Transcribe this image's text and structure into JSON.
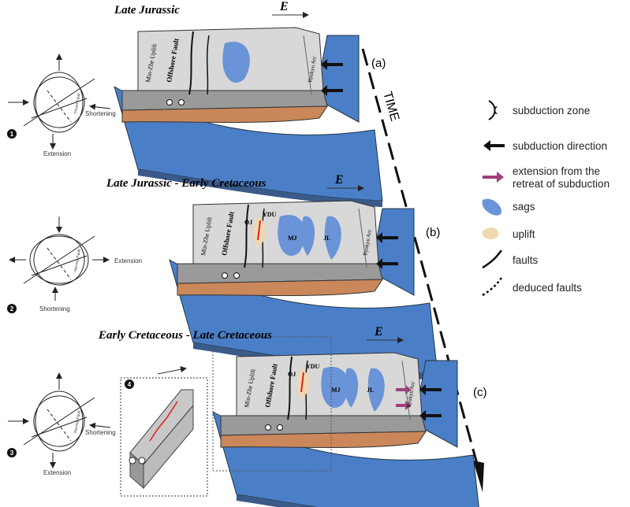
{
  "panels": [
    {
      "title": "Late Jurassic",
      "label": "(a)",
      "direction": "E",
      "uplift": "Min-Zhe Uplift",
      "fault": "Offshore Fault",
      "arc": "Ryukyu Arc"
    },
    {
      "title": "Late Jurassic - Early Cretaceous",
      "label": "(b)",
      "direction": "E",
      "uplift": "Min-Zhe Uplift",
      "fault": "Offshore Fault",
      "arc": "Ryukyu Arc",
      "basins": [
        "OJ",
        "YDU",
        "MJ",
        "JL"
      ]
    },
    {
      "title": "Early Cretaceous - Late Cretaceous",
      "label": "(c)",
      "direction": "E",
      "uplift": "Min-Zhe Uplift",
      "fault": "Offshore Fault",
      "arc": "Ryukyu Arc",
      "basins": [
        "OJ",
        "YDU",
        "MJ",
        "JL"
      ]
    }
  ],
  "time_label": "TIME",
  "strain": [
    {
      "number": "1",
      "labels": [
        "Shortening",
        "Extension"
      ],
      "fault": "Thrust Fault"
    },
    {
      "number": "2",
      "labels": [
        "Extension",
        "Shortening"
      ],
      "fault": "Normal Fault"
    },
    {
      "number": "3",
      "labels": [
        "Shortening",
        "Extension"
      ],
      "fault": "Normal Fault"
    }
  ],
  "inset": {
    "number": "4"
  },
  "legend": [
    {
      "icon": "subduction-zone-icon",
      "label": "subduction zone"
    },
    {
      "icon": "subduction-direction-arrow-icon",
      "label": "subduction direction"
    },
    {
      "icon": "extension-arrow-icon",
      "label": "extension from the",
      "label2": "retreat of subduction"
    },
    {
      "icon": "sag-icon",
      "label": "sags"
    },
    {
      "icon": "uplift-icon",
      "label": "uplift"
    },
    {
      "icon": "fault-icon",
      "label": "faults"
    },
    {
      "icon": "deduced-fault-icon",
      "label": "deduced faults"
    }
  ],
  "colors": {
    "ocean": "#4a7fc8",
    "ocean_dark": "#3a5a8a",
    "crust": "#d8d8d8",
    "gray": "#9a9a9a",
    "sediment": "#c9875a",
    "sag": "#6a93d8",
    "uplift": "#f0d9b0",
    "extension": "#a0407a",
    "fault_red": "#e02020"
  }
}
